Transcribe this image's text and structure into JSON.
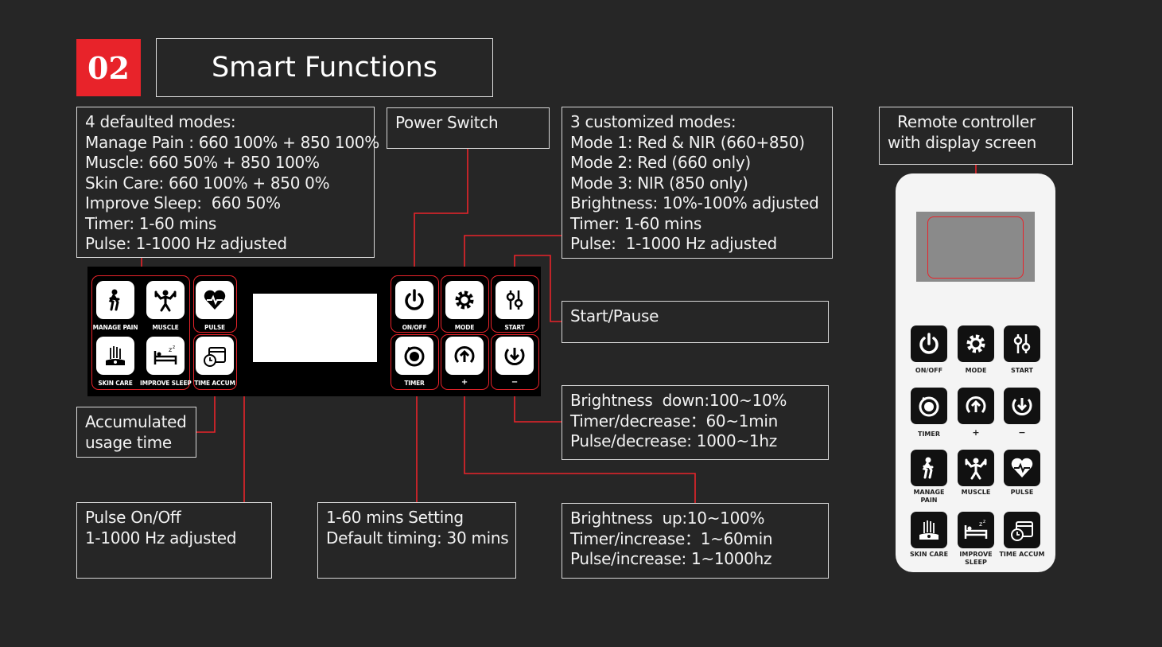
{
  "header": {
    "number": "02",
    "title": "Smart Functions"
  },
  "callouts": {
    "default_modes": "4 defaulted modes:\nManage Pain : 660 100% + 850 100%\nMuscle: 660 50% + 850 100%\nSkin Care: 660 100% + 850 0%\nImprove Sleep:  660 50%\nTimer: 1-60 mins\nPulse: 1-1000 Hz adjusted",
    "power_switch": "Power Switch",
    "custom_modes": "3 customized modes:\nMode 1: Red & NIR (660+850)\nMode 2: Red (660 only)\nMode 3: NIR (850 only)\nBrightness: 10%-100% adjusted\nTimer: 1-60 mins\nPulse:  1-1000 Hz adjusted",
    "remote": "  Remote controller\nwith display screen",
    "start_pause": "Start/Pause",
    "decrease": "Brightness  down:100~10%\nTimer/decrease：60~1min\nPulse/decrease: 1000~1hz",
    "accumulated": "Accumulated\nusage time",
    "pulse_onoff": "Pulse On/Off\n1-1000 Hz adjusted",
    "timer_setting": "1-60 mins Setting\nDefault timing: 30 mins",
    "increase": "Brightness  up:10~100%\nTimer/increase：1~60min\nPulse/increase: 1~1000hz"
  },
  "panel_labels": {
    "manage_pain": "MANAGE PAIN",
    "muscle": "MUSCLE",
    "pulse": "PULSE",
    "skin_care": "SKIN CARE",
    "improve_sleep": "IMPROVE SLEEP",
    "time_accum": "TIME ACCUM",
    "onoff": "ON/OFF",
    "mode": "MODE",
    "start": "START",
    "timer": "TIMER",
    "plus": "+",
    "minus": "−"
  },
  "remote_labels": {
    "onoff": "ON/OFF",
    "mode": "MODE",
    "start": "START",
    "timer": "TIMER",
    "plus": "+",
    "minus": "−",
    "manage_pain": "MANAGE\nPAIN",
    "muscle": "MUSCLE",
    "pulse": "PULSE",
    "skin_care": "SKIN CARE",
    "improve_sleep": "IMPROVE\nSLEEP",
    "time_accum": "TIME ACCUM"
  },
  "colors": {
    "accent": "#e8232a",
    "background": "#262626",
    "line": "#d8d8d8"
  }
}
